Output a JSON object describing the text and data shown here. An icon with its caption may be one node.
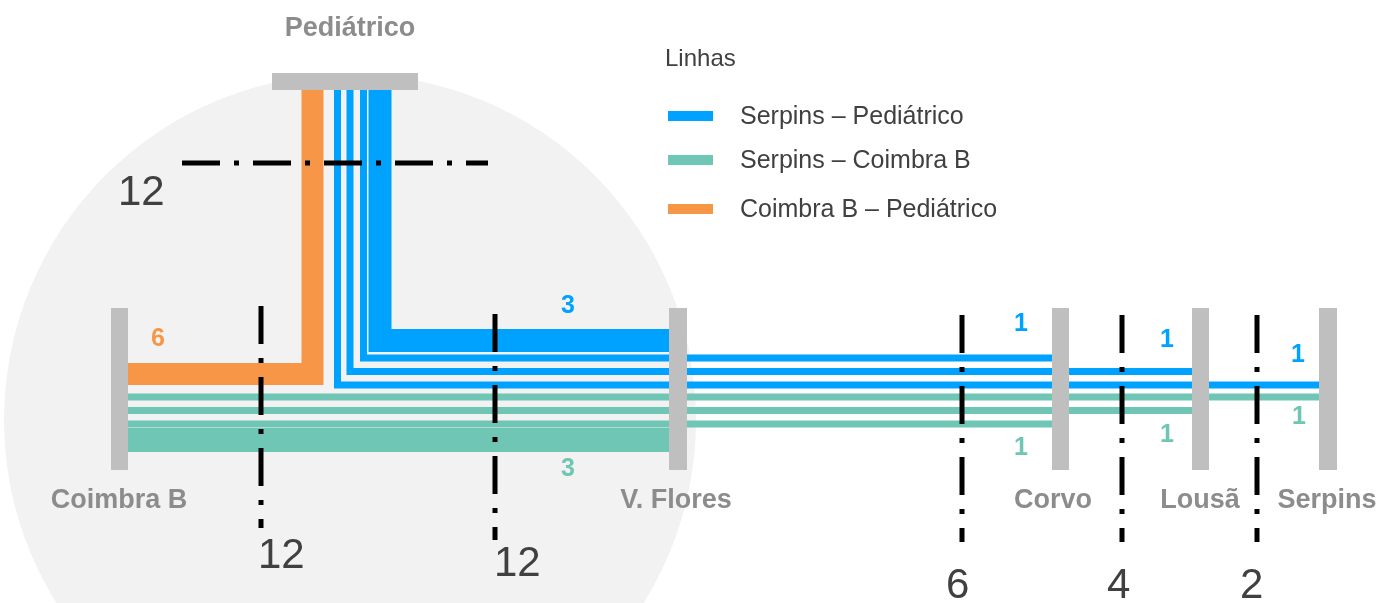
{
  "diagram": {
    "nodes": [
      {
        "text": [
          "Pediátrico"
        ]
      },
      {
        "text": [
          "Coimbra B"
        ]
      },
      {
        "text": [
          "V. Flores"
        ]
      },
      {
        "text": [
          "Corvo"
        ]
      },
      {
        "text": [
          "Lousã"
        ]
      },
      {
        "text": [
          "Serpins"
        ]
      }
    ],
    "edges": [
      {
        "from": 1,
        "to": 0,
        "arrow": "none",
        "label": "6",
        "style": "thick",
        "color": "#f79646"
      },
      {
        "from": 0,
        "to": 2,
        "arrow": "none",
        "label": "3",
        "style": "thick",
        "color": "#00a2ff"
      },
      {
        "from": 0,
        "to": 2,
        "arrow": "none",
        "color": "#00a2ff"
      },
      {
        "from": 0,
        "to": 2,
        "arrow": "none",
        "color": "#00a2ff"
      },
      {
        "from": 0,
        "to": 2,
        "arrow": "none",
        "color": "#00a2ff"
      },
      {
        "from": 2,
        "to": 3,
        "arrow": "none",
        "label": "1",
        "color": "#00a2ff"
      },
      {
        "from": 2,
        "to": 3,
        "arrow": "none",
        "color": "#00a2ff"
      },
      {
        "from": 2,
        "to": 3,
        "arrow": "none",
        "color": "#00a2ff"
      },
      {
        "from": 3,
        "to": 4,
        "arrow": "none",
        "label": "1",
        "color": "#00a2ff"
      },
      {
        "from": 3,
        "to": 4,
        "arrow": "none",
        "color": "#00a2ff"
      },
      {
        "from": 4,
        "to": 5,
        "arrow": "none",
        "label": "1",
        "color": "#00a2ff"
      },
      {
        "from": 1,
        "to": 2,
        "arrow": "none",
        "label": "3",
        "style": "thick",
        "color": "#6fc6b4"
      },
      {
        "from": 1,
        "to": 2,
        "arrow": "none",
        "color": "#6fc6b4"
      },
      {
        "from": 1,
        "to": 2,
        "arrow": "none",
        "color": "#6fc6b4"
      },
      {
        "from": 1,
        "to": 2,
        "arrow": "none",
        "color": "#6fc6b4"
      },
      {
        "from": 2,
        "to": 3,
        "arrow": "none",
        "label": "1",
        "color": "#6fc6b4"
      },
      {
        "from": 2,
        "to": 3,
        "arrow": "none",
        "color": "#6fc6b4"
      },
      {
        "from": 2,
        "to": 3,
        "arrow": "none",
        "color": "#6fc6b4"
      },
      {
        "from": 3,
        "to": 4,
        "arrow": "none",
        "label": "1",
        "color": "#6fc6b4"
      },
      {
        "from": 3,
        "to": 4,
        "arrow": "none",
        "color": "#6fc6b4"
      },
      {
        "from": 4,
        "to": 5,
        "arrow": "none",
        "label": "1",
        "color": "#6fc6b4"
      }
    ],
    "labels": [
      "Linhas",
      "12",
      "12",
      "12",
      "6",
      "4",
      "2"
    ],
    "legend": [
      {
        "text": "Serpins – Pediátrico",
        "color": "#00a2ff"
      },
      {
        "text": "Serpins – Coimbra B",
        "color": "#6fc6b4"
      },
      {
        "text": "Coimbra B – Pediátrico",
        "color": "#f79646"
      }
    ]
  }
}
